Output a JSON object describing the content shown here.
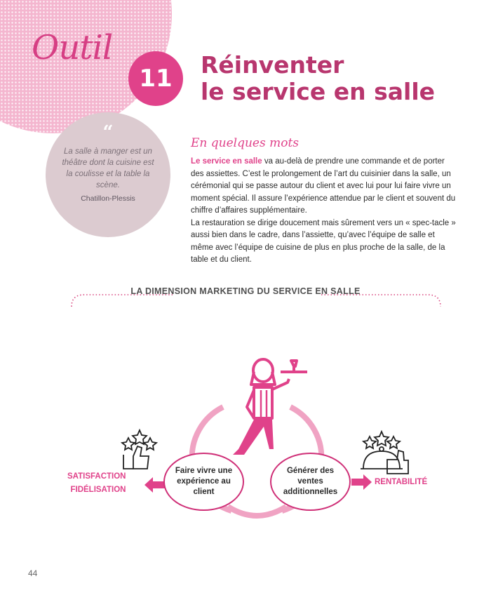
{
  "header": {
    "tool_word": "Outil",
    "tool_number": "11",
    "title_line1": "Réinventer",
    "title_line2": "le service en salle"
  },
  "quote": {
    "mark": "“",
    "text": "La salle à manger est un théâtre dont la cuisine est la coulisse et la table la scène.",
    "author": "Chatillon-Plessis"
  },
  "intro": {
    "heading": "En quelques mots",
    "highlight": "Le service en salle",
    "paragraph1_rest": " va au-delà de prendre une commande et de porter des assiettes. C’est le prolongement de l’art du cuisinier dans la salle, un cérémonial qui se passe autour du client et avec lui pour lui faire vivre un moment spécial. Il assure l’expérience attendue par le client et souvent du chiffre d’affaires supplémentaire.",
    "paragraph2": "La restauration se dirige doucement mais sûrement vers un « spec-tacle » aussi bien dans le cadre, dans l’assiette, qu’avec l’équipe de salle et même avec l’équipe de cuisine de plus en plus proche de la salle, de la table et du client."
  },
  "diagram": {
    "title": "LA DIMENSION MARKETING DU SERVICE EN SALLE",
    "left_bubble": "Faire vivre une expérience au client",
    "right_bubble": "Générer des ventes additionnelles",
    "left_outcome_line1": "SATISFACTION",
    "left_outcome_line2": "FIDÉLISATION",
    "right_outcome": "RENTABILITÉ",
    "icons": {
      "center": "waitress-with-tray-icon",
      "left": "thumbs-up-stars-icon",
      "right": "cloche-thumbs-up-stars-icon"
    },
    "colors": {
      "primary": "#e0428a",
      "ellipse_border": "#cf2f77",
      "arc": "#f0a3c3"
    }
  },
  "footer": {
    "page_number": "44"
  }
}
